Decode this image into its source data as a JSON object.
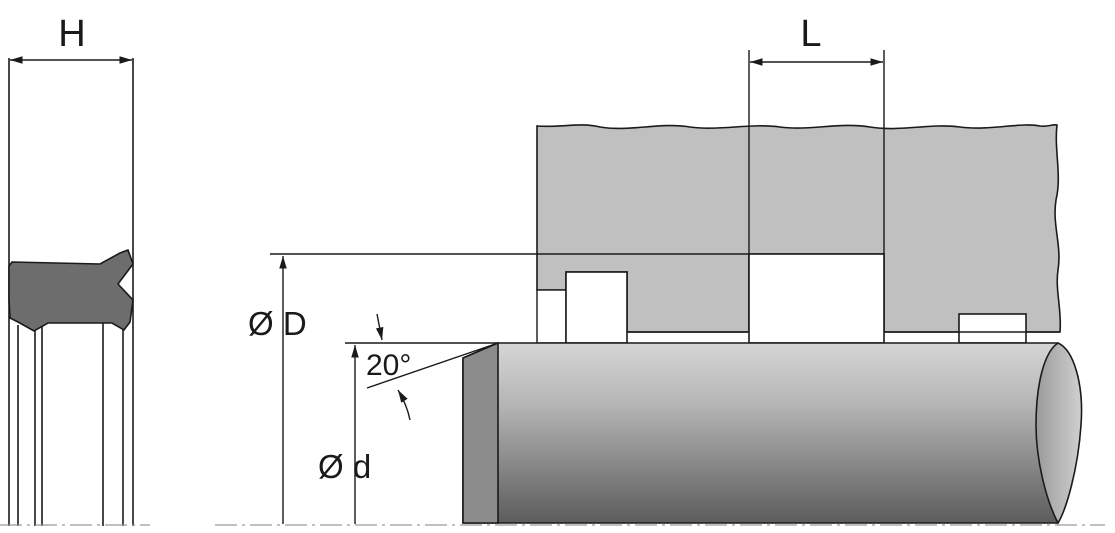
{
  "labels": {
    "seal_width": "H",
    "groove_length": "L",
    "bore_diameter": "Ø D",
    "rod_diameter": "Ø d",
    "chamfer_angle": "20°"
  },
  "colors": {
    "housing_fill": "#c0c0c0",
    "seal_fill": "#6d6d6d",
    "rod_dark": "#5a5a5a",
    "rod_light": "#d2d2d2",
    "line": "#1a1a1a"
  }
}
